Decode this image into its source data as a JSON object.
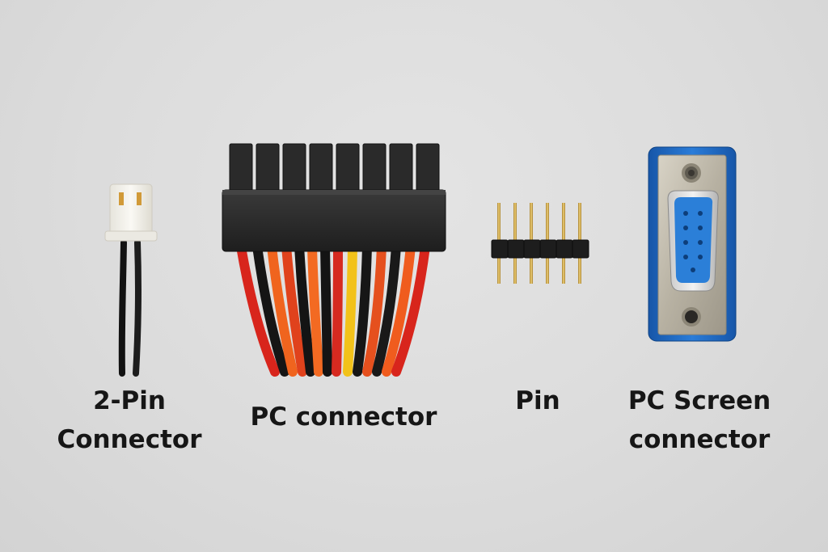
{
  "labels": {
    "two_pin": {
      "line1": "2-Pin",
      "line2": "Connector"
    },
    "pc_connector": "PC connector",
    "pin": "Pin",
    "pc_screen": {
      "line1": "PC Screen",
      "line2": "connector"
    }
  },
  "colors": {
    "background": "#dcdcdc",
    "plastic_black": "#262626",
    "wire_red": "#d8251c",
    "wire_orange": "#f0641e",
    "wire_yellow": "#f2c21a",
    "wire_black": "#141414",
    "pin_gold": "#c9a24a",
    "vga_blue": "#1e6ec8"
  }
}
